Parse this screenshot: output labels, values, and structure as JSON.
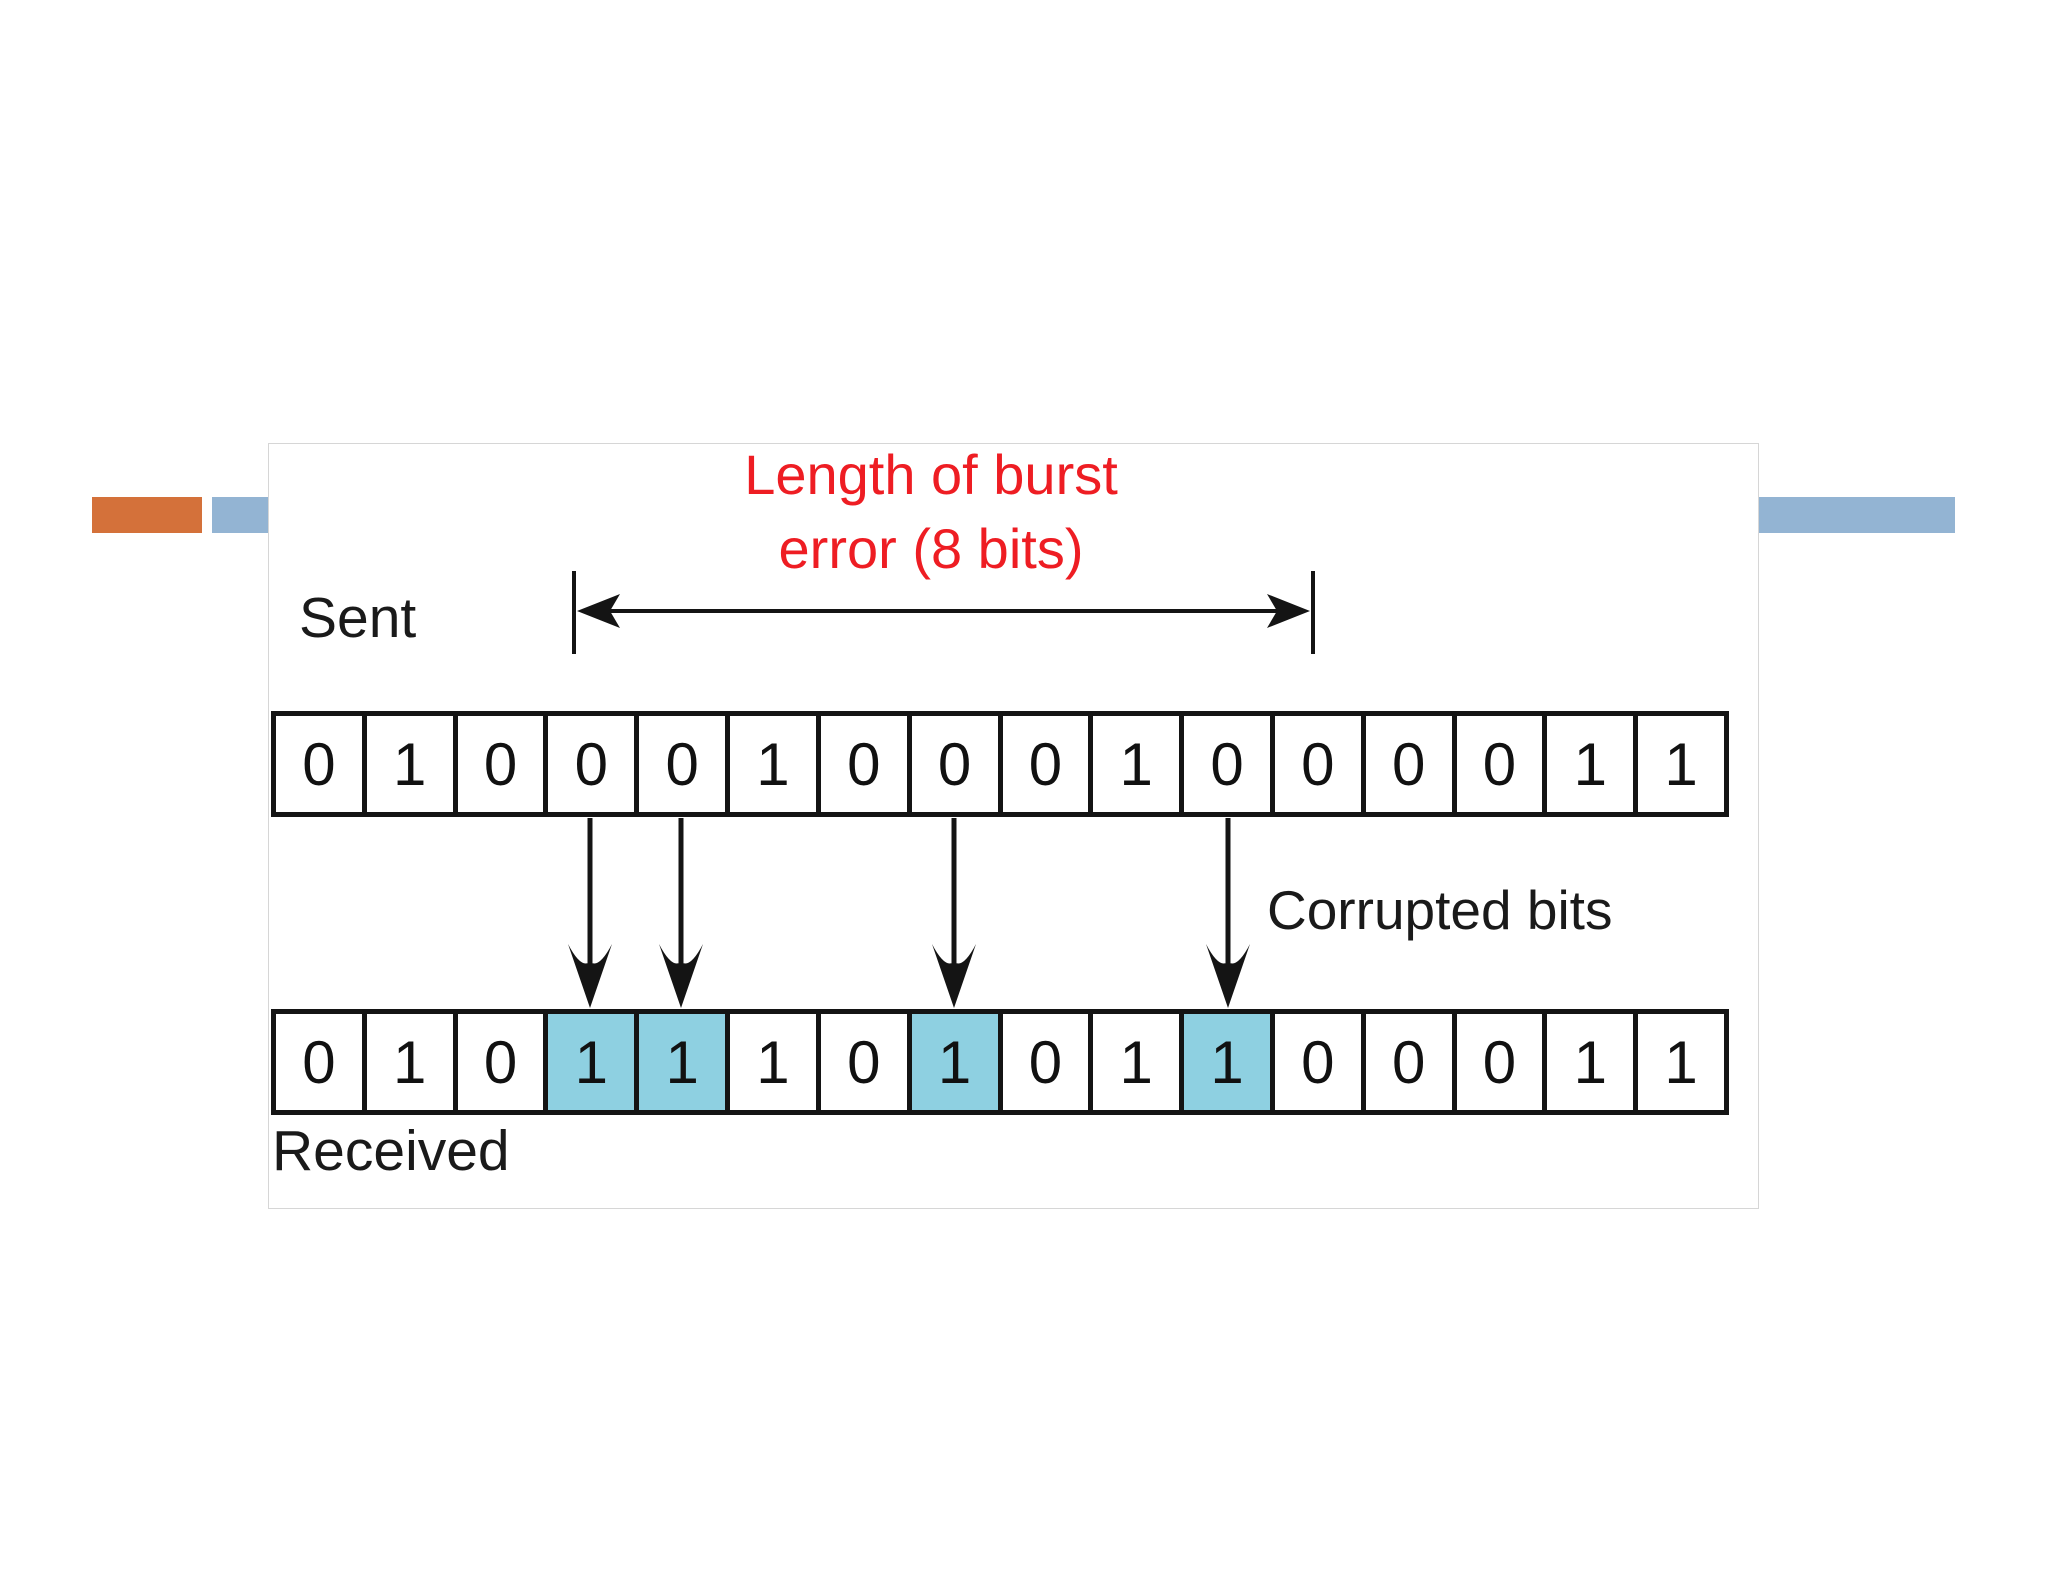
{
  "caption": {
    "line1": "Length of burst",
    "line2": "error (8 bits)"
  },
  "labels": {
    "sent": "Sent",
    "received": "Received",
    "corrupted": "Corrupted bits"
  },
  "sent_bits": [
    "0",
    "1",
    "0",
    "0",
    "0",
    "1",
    "0",
    "0",
    "0",
    "1",
    "0",
    "0",
    "0",
    "0",
    "1",
    "1"
  ],
  "received_bits": [
    "0",
    "1",
    "0",
    "1",
    "1",
    "1",
    "0",
    "1",
    "0",
    "1",
    "1",
    "0",
    "0",
    "0",
    "1",
    "1"
  ],
  "corrupted_positions": [
    3,
    4,
    7,
    10
  ],
  "burst_length_bits": 8,
  "colors": {
    "caption_red": "#ee1d23",
    "corrupt_highlight": "#8ed0e1",
    "accent_orange": "#d4713a",
    "accent_blue": "#93b4d3",
    "ink": "#141414"
  }
}
